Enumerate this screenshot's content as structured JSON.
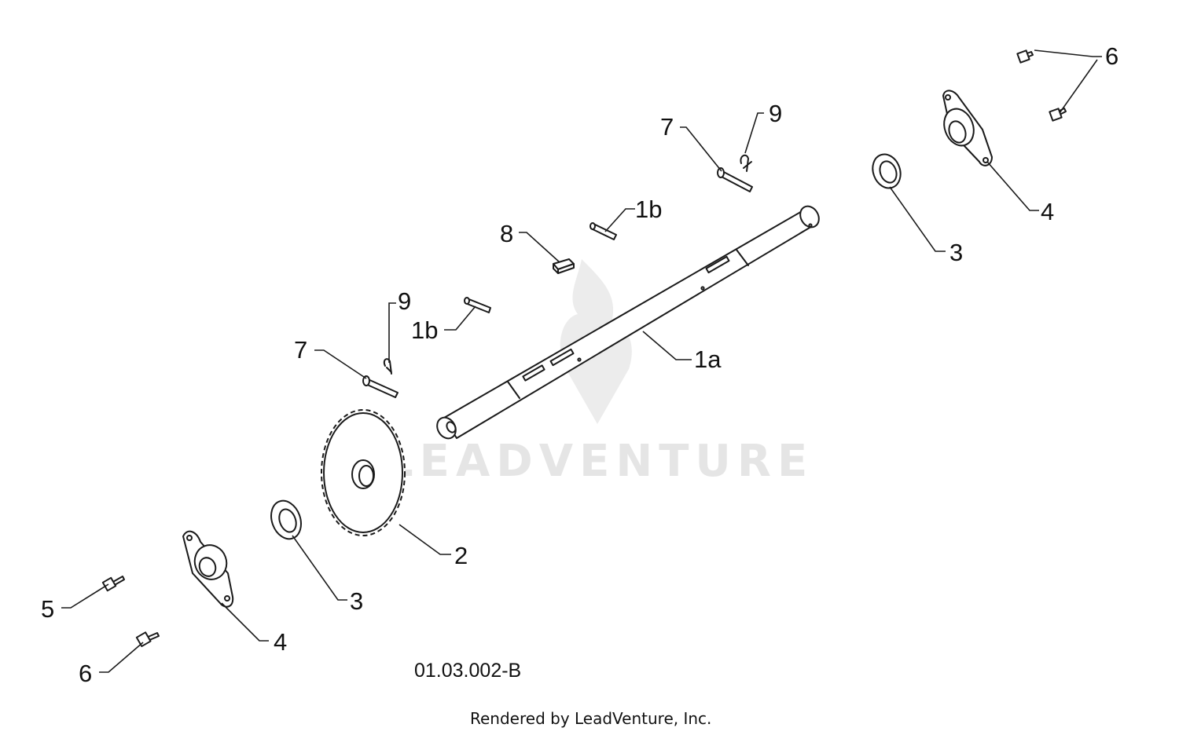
{
  "diagram": {
    "drawing_code": "01.03.002-B",
    "credit": "Rendered by LeadVenture, Inc.",
    "watermark": "LEADVENTURE",
    "callouts": [
      "1a",
      "1b",
      "1b",
      "2",
      "3",
      "3",
      "4",
      "4",
      "5",
      "6",
      "6",
      "6",
      "7",
      "7",
      "8",
      "9",
      "9"
    ]
  }
}
